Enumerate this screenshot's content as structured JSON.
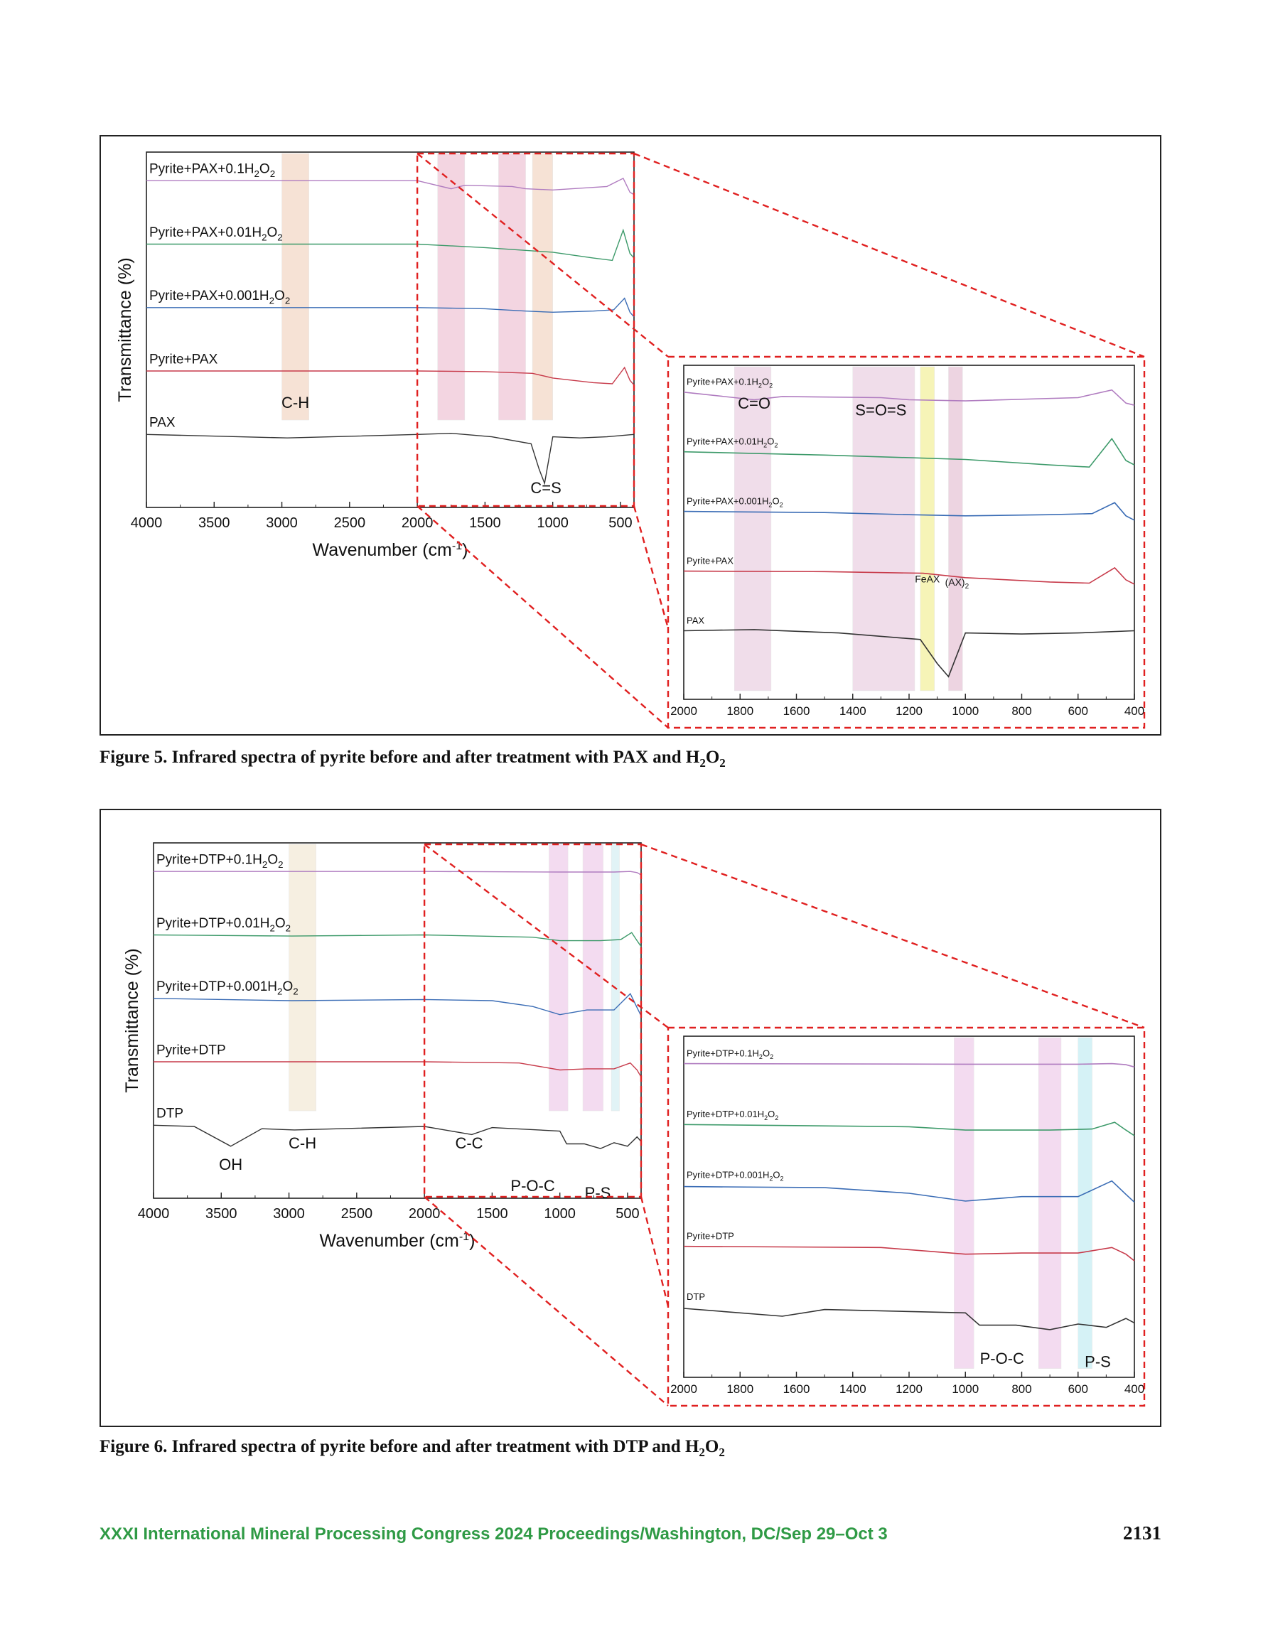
{
  "figures": [
    {
      "id": "fig5",
      "caption_prefix": "Figure 5. Infrared spectra of pyrite before and after treatment with PAX and H",
      "caption_suffix": "O",
      "caption_sub1": "2",
      "caption_sub2": "2",
      "main": {
        "xlabel": "Wavenumber (cm",
        "xlabel_sup": "-1",
        "xlabel_close": ")",
        "ylabel": "Transmittance (%)",
        "xlim": [
          4000,
          400
        ],
        "xticks": [
          "4000",
          "3500",
          "3000",
          "2500",
          "2000",
          "1500",
          "1000",
          "500"
        ],
        "bands": [
          {
            "from": 3000,
            "to": 2800,
            "color": "#f4d9c8"
          },
          {
            "from": 1850,
            "to": 1650,
            "color": "#f0c8d8"
          },
          {
            "from": 1400,
            "to": 1200,
            "color": "#f0c8d8"
          },
          {
            "from": 1150,
            "to": 1000,
            "color": "#f4d9c8"
          }
        ],
        "annotations": [
          {
            "text": "C-H",
            "x": 2900,
            "yfrac": 0.72
          },
          {
            "text": "C=S",
            "x": 1050,
            "yfrac": 0.96
          }
        ],
        "zoom_range": [
          2000,
          400
        ]
      },
      "inset": {
        "xlim": [
          2000,
          400
        ],
        "xticks": [
          "2000",
          "1800",
          "1600",
          "1400",
          "1200",
          "1000",
          "800",
          "600",
          "400"
        ],
        "bands": [
          {
            "from": 1820,
            "to": 1690,
            "color": "#ecd2e4"
          },
          {
            "from": 1400,
            "to": 1180,
            "color": "#ecd2e4"
          },
          {
            "from": 1160,
            "to": 1110,
            "color": "#f3f1a0"
          },
          {
            "from": 1060,
            "to": 1010,
            "color": "#e8c6d8"
          }
        ],
        "annotations": [
          {
            "text": "C=O",
            "x": 1750,
            "yfrac": 0.13
          },
          {
            "text": "S=O=S",
            "x": 1300,
            "yfrac": 0.15
          },
          {
            "text": "FeAX",
            "x": 1135,
            "yfrac": 0.65,
            "small": true
          },
          {
            "text": "(AX)",
            "sub": "2",
            "x": 1030,
            "yfrac": 0.66,
            "small": true
          }
        ]
      },
      "series": [
        {
          "name": "Pyrite+PAX+0.1H",
          "sub1": "2",
          "mid": "O",
          "sub2": "2",
          "color": "#b07cc0"
        },
        {
          "name": "Pyrite+PAX+0.01H",
          "sub1": "2",
          "mid": "O",
          "sub2": "2",
          "color": "#3d9a6a"
        },
        {
          "name": "Pyrite+PAX+0.001H",
          "sub1": "2",
          "mid": "O",
          "sub2": "2",
          "color": "#3a6cb5"
        },
        {
          "name": "Pyrite+PAX",
          "color": "#c73a4a"
        },
        {
          "name": "PAX",
          "color": "#333333"
        }
      ]
    },
    {
      "id": "fig6",
      "caption_prefix": "Figure 6. Infrared spectra of pyrite before and after treatment with DTP and H",
      "caption_suffix": "O",
      "caption_sub1": "2",
      "caption_sub2": "2",
      "main": {
        "xlabel": "Wavenumber (cm",
        "xlabel_sup": "-1",
        "xlabel_close": ")",
        "ylabel": "Transmittance (%)",
        "xlim": [
          4000,
          400
        ],
        "xticks": [
          "4000",
          "3500",
          "3000",
          "2500",
          "2000",
          "1500",
          "1000",
          "500"
        ],
        "bands": [
          {
            "from": 3000,
            "to": 2800,
            "color": "#f3ead8"
          },
          {
            "from": 1080,
            "to": 940,
            "color": "#f0d0ec"
          },
          {
            "from": 830,
            "to": 680,
            "color": "#f0d0ec"
          },
          {
            "from": 620,
            "to": 560,
            "color": "#d8f0f4"
          }
        ],
        "annotations": [
          {
            "text": "OH",
            "x": 3430,
            "yfrac": 0.92
          },
          {
            "text": "C-H",
            "x": 2900,
            "yfrac": 0.86
          },
          {
            "text": "C-C",
            "x": 1670,
            "yfrac": 0.86
          },
          {
            "text": "P-O-C",
            "x": 1200,
            "yfrac": 0.98
          },
          {
            "text": "P-S",
            "x": 720,
            "yfrac": 1.0
          }
        ],
        "zoom_range": [
          2000,
          400
        ]
      },
      "inset": {
        "xlim": [
          2000,
          400
        ],
        "xticks": [
          "2000",
          "1800",
          "1600",
          "1400",
          "1200",
          "1000",
          "800",
          "600",
          "400"
        ],
        "bands": [
          {
            "from": 1040,
            "to": 970,
            "color": "#f0d0ec"
          },
          {
            "from": 740,
            "to": 660,
            "color": "#f0d0ec"
          },
          {
            "from": 600,
            "to": 550,
            "color": "#c8eef4"
          }
        ],
        "annotations": [
          {
            "text": "P-O-C",
            "x": 870,
            "yfrac": 0.96
          },
          {
            "text": "P-S",
            "x": 530,
            "yfrac": 0.97
          }
        ]
      },
      "series": [
        {
          "name": "Pyrite+DTP+0.1H",
          "sub1": "2",
          "mid": "O",
          "sub2": "2",
          "color": "#b07cc0"
        },
        {
          "name": "Pyrite+DTP+0.01H",
          "sub1": "2",
          "mid": "O",
          "sub2": "2",
          "color": "#3d9a6a"
        },
        {
          "name": "Pyrite+DTP+0.001H",
          "sub1": "2",
          "mid": "O",
          "sub2": "2",
          "color": "#3a6cb5"
        },
        {
          "name": "Pyrite+DTP",
          "color": "#c73a4a"
        },
        {
          "name": "DTP",
          "color": "#333333"
        }
      ]
    }
  ],
  "footer": {
    "left": "XXXI International Mineral Processing Congress 2024 Proceedings/Washington, DC/Sep 29–Oct 3",
    "page": "2131"
  },
  "chart_data": [
    {
      "type": "line",
      "title": "",
      "xlabel": "Wavenumber (cm-1)",
      "ylabel": "Transmittance (%)",
      "xlim": [
        4000,
        400
      ],
      "x_reversed": true,
      "y_ticks_shown": false,
      "grid": false,
      "series": [
        {
          "name": "Pyrite+PAX+0.1H2O2",
          "x": [
            4000,
            2000,
            1750,
            1650,
            1300,
            1200,
            1000,
            600,
            480,
            430,
            400
          ],
          "y": [
            100,
            100,
            93,
            96,
            95,
            93,
            92,
            95,
            102,
            90,
            88
          ]
        },
        {
          "name": "Pyrite+PAX+0.01H2O2",
          "x": [
            4000,
            2000,
            1500,
            1000,
            700,
            560,
            480,
            430,
            400
          ],
          "y": [
            100,
            100,
            97,
            93,
            88,
            86,
            112,
            92,
            88
          ]
        },
        {
          "name": "Pyrite+PAX+0.001H2O2",
          "x": [
            4000,
            2000,
            1500,
            1200,
            1000,
            700,
            550,
            470,
            430,
            400
          ],
          "y": [
            100,
            100,
            99,
            97,
            96,
            97,
            98,
            108,
            96,
            92
          ]
        },
        {
          "name": "Pyrite+PAX",
          "x": [
            4000,
            2000,
            1500,
            1150,
            1000,
            700,
            560,
            470,
            430,
            400
          ],
          "y": [
            100,
            100,
            99.5,
            98,
            94,
            90,
            89,
            103,
            92,
            88
          ]
        },
        {
          "name": "PAX",
          "x": [
            4000,
            2960,
            2000,
            1750,
            1450,
            1160,
            1100,
            1060,
            1000,
            800,
            600,
            400
          ],
          "y": [
            100,
            97,
            100,
            101,
            98,
            92,
            70,
            58,
            98,
            97,
            98,
            100
          ]
        }
      ],
      "annotations": [
        "C-H",
        "C=S"
      ],
      "inset": {
        "xlim": [
          2000,
          400
        ],
        "annotations": [
          "C=O",
          "S=O=S",
          "FeAX",
          "(AX)2"
        ]
      }
    },
    {
      "type": "line",
      "title": "",
      "xlabel": "Wavenumber (cm-1)",
      "ylabel": "Transmittance (%)",
      "xlim": [
        4000,
        400
      ],
      "x_reversed": true,
      "y_ticks_shown": false,
      "grid": false,
      "series": [
        {
          "name": "Pyrite+DTP+0.1H2O2",
          "x": [
            4000,
            2000,
            1000,
            600,
            480,
            430,
            400
          ],
          "y": [
            100,
            100,
            99.5,
            99.5,
            100,
            99,
            97
          ]
        },
        {
          "name": "Pyrite+DTP+0.01H2O2",
          "x": [
            4000,
            2980,
            2000,
            1200,
            1000,
            700,
            550,
            470,
            430,
            400
          ],
          "y": [
            100,
            99,
            100,
            98,
            95,
            95,
            96,
            102,
            95,
            90
          ]
        },
        {
          "name": "Pyrite+DTP+0.001H2O2",
          "x": [
            4000,
            2980,
            2000,
            1500,
            1200,
            1000,
            800,
            600,
            480,
            430,
            400
          ],
          "y": [
            100,
            98,
            99,
            98,
            93,
            86,
            90,
            90,
            104,
            92,
            85
          ]
        },
        {
          "name": "Pyrite+DTP",
          "x": [
            4000,
            2000,
            1300,
            1000,
            800,
            600,
            480,
            430,
            400
          ],
          "y": [
            100,
            100,
            99,
            93,
            94,
            94,
            99,
            93,
            87
          ]
        },
        {
          "name": "DTP",
          "x": [
            4000,
            3700,
            3430,
            3200,
            2960,
            2000,
            1650,
            1500,
            1000,
            950,
            820,
            700,
            600,
            500,
            430,
            400
          ],
          "y": [
            100,
            99,
            82,
            97,
            96,
            99,
            92,
            98,
            95,
            84,
            84,
            80,
            85,
            82,
            90,
            86
          ]
        }
      ],
      "annotations": [
        "OH",
        "C-H",
        "C-C",
        "P-O-C",
        "P-S"
      ],
      "inset": {
        "xlim": [
          2000,
          400
        ],
        "annotations": [
          "P-O-C",
          "P-S"
        ]
      }
    }
  ]
}
